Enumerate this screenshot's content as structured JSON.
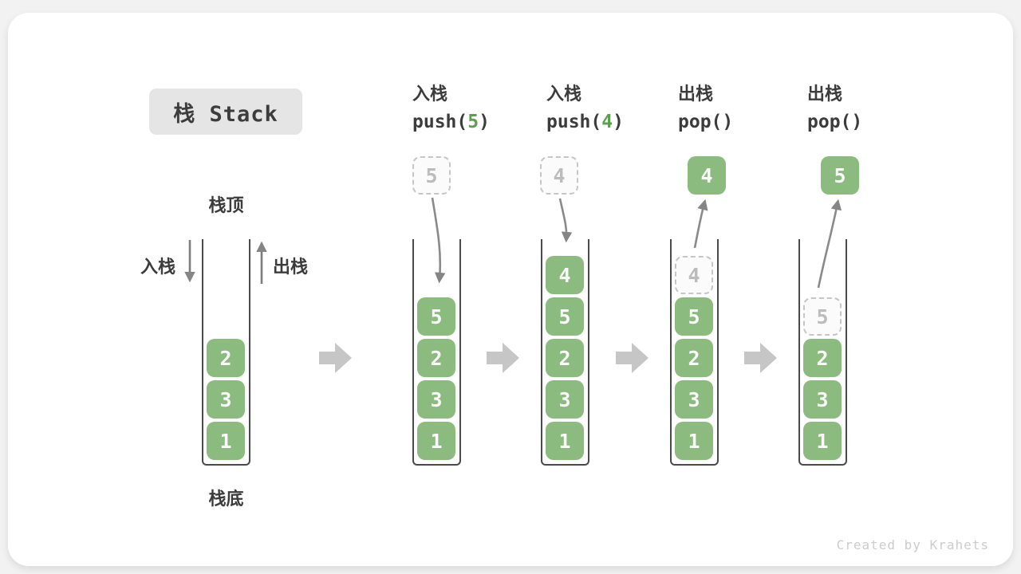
{
  "title": {
    "text": "栈 Stack"
  },
  "labels": {
    "stack_top": "栈顶",
    "stack_bottom": "栈底",
    "push": "入栈",
    "pop": "出栈"
  },
  "operations": [
    {
      "name": "入栈",
      "code_pre": "push(",
      "code_arg": "5",
      "code_post": ")"
    },
    {
      "name": "入栈",
      "code_pre": "push(",
      "code_arg": "4",
      "code_post": ")"
    },
    {
      "name": "出栈",
      "code_pre": "pop(",
      "code_arg": "",
      "code_post": ")"
    },
    {
      "name": "出栈",
      "code_pre": "pop(",
      "code_arg": "",
      "code_post": ")"
    }
  ],
  "stacks": [
    {
      "blocks": [
        "2",
        "3",
        "1"
      ]
    },
    {
      "incoming": "5",
      "blocks": [
        "5",
        "2",
        "3",
        "1"
      ]
    },
    {
      "incoming": "4",
      "blocks": [
        "4",
        "5",
        "2",
        "3",
        "1"
      ]
    },
    {
      "outgoing": "4",
      "ghost": "4",
      "blocks": [
        "5",
        "2",
        "3",
        "1"
      ]
    },
    {
      "outgoing": "5",
      "ghost": "5",
      "blocks": [
        "2",
        "3",
        "1"
      ]
    }
  ],
  "watermark": "Created by Krahets",
  "colors": {
    "block_green": "#8cbb7f",
    "code_arg_green": "#5b9e4d",
    "title_bg": "#e5e5e5",
    "text_dark": "#3c3c3c",
    "arrow_gray": "#8a8a8a",
    "flow_arrow_gray": "#c6c6c6",
    "ghost_border": "#c6c6c6",
    "ghost_text": "#bcbcbc",
    "watermark_gray": "#cccccc"
  }
}
